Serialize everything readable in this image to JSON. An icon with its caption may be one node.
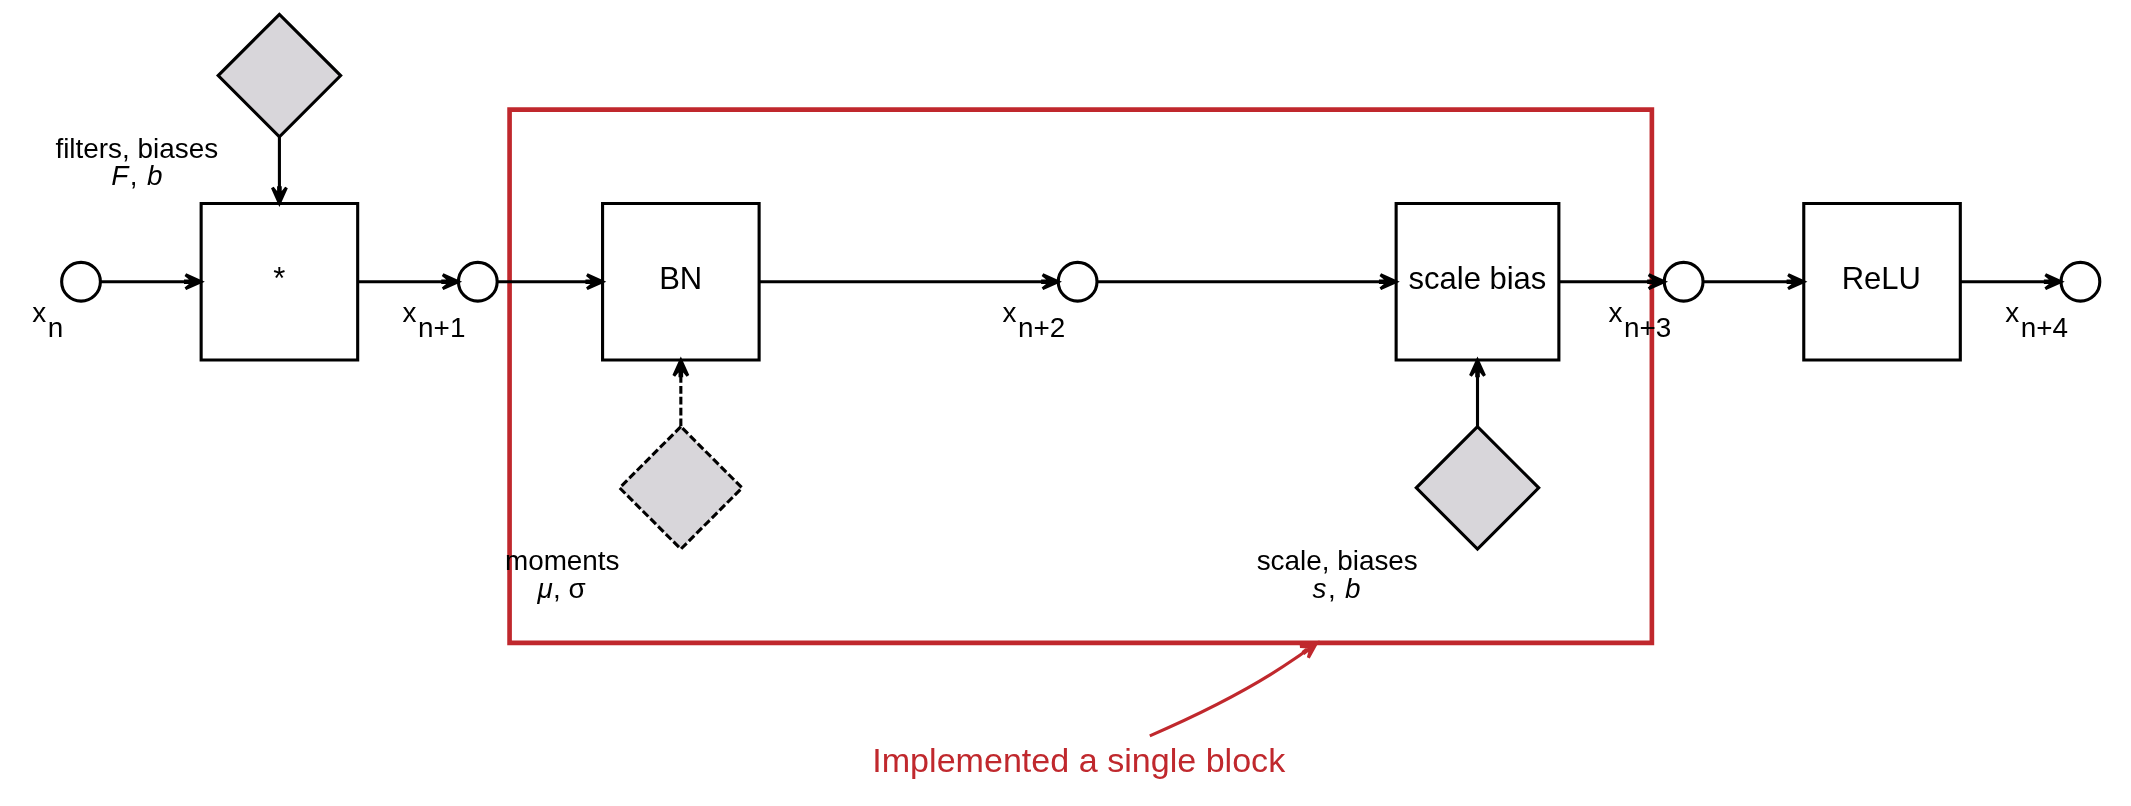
{
  "diagram": {
    "nodes": [
      {
        "text": [],
        "shape": "circle",
        "beside": [
          "x$_{n}$"
        ]
      },
      {
        "text": [
          "*"
        ]
      },
      {
        "text": [],
        "shape": "circle",
        "beside": [
          "x$_{n+1}$"
        ]
      },
      {
        "text": [],
        "shape": "box"
      },
      {
        "text": [
          "BN"
        ],
        "in": 3
      },
      {
        "text": [],
        "shape": "circle",
        "in": 3,
        "beside": [
          "x$_{n+2}$"
        ]
      },
      {
        "text": [
          "scale bias"
        ],
        "in": 3
      },
      {
        "text": [],
        "shape": "circle",
        "beside": [
          "x$_{n+3}$"
        ]
      },
      {
        "text": [
          "ReLU"
        ]
      },
      {
        "text": [],
        "shape": "circle",
        "beside": [
          "x$_{n+4}$"
        ]
      },
      {
        "text": [],
        "shape": "diamond",
        "beside": [
          "filters, biases",
          "*F*, *b*"
        ]
      },
      {
        "text": [],
        "shape": "diamond",
        "in": 3,
        "beside": [
          "moments",
          "*μ*, σ"
        ]
      },
      {
        "text": [],
        "shape": "diamond",
        "in": 3,
        "beside": [
          "scale, biases",
          "*s*, *b*"
        ]
      },
      {
        "text": [
          "Implemented a single block"
        ]
      }
    ],
    "edges": [
      {
        "from": 0,
        "to": 1,
        "arrow": "to"
      },
      {
        "from": 1,
        "to": 2,
        "arrow": "to"
      },
      {
        "from": 2,
        "to": 4,
        "arrow": "to"
      },
      {
        "from": 4,
        "to": 5,
        "arrow": "to"
      },
      {
        "from": 5,
        "to": 6,
        "arrow": "to"
      },
      {
        "from": 6,
        "to": 7,
        "arrow": "to"
      },
      {
        "from": 7,
        "to": 8,
        "arrow": "to"
      },
      {
        "from": 8,
        "to": 9,
        "arrow": "to"
      },
      {
        "from": 10,
        "to": 1,
        "arrow": "to"
      },
      {
        "from": 11,
        "to": 4,
        "arrow": "to",
        "style": "dashed"
      },
      {
        "from": 12,
        "to": 6,
        "arrow": "to"
      },
      {
        "from": 13,
        "to": 3,
        "arrow": "to",
        "color": "#c0282d"
      }
    ]
  }
}
